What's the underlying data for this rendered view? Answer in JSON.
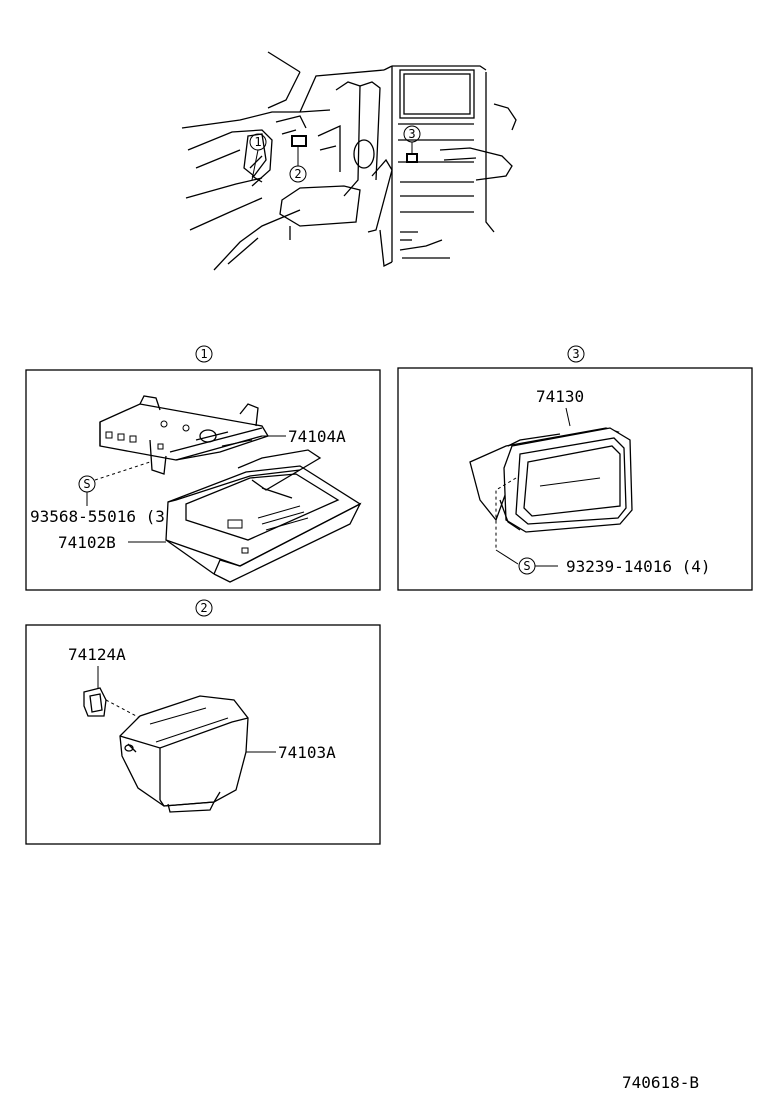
{
  "overview": {
    "callout_1": "1",
    "callout_2": "2",
    "callout_3": "3"
  },
  "panel_1": {
    "header": "1",
    "parts": {
      "p74104A": "74104A",
      "p93568": "93568-55016 (3)",
      "p74102B": "74102B"
    },
    "screw_symbol": "S"
  },
  "panel_2": {
    "header": "2",
    "parts": {
      "p74124A": "74124A",
      "p74103A": "74103A"
    }
  },
  "panel_3": {
    "header": "3",
    "parts": {
      "p74130": "74130",
      "p93239": "93239-14016 (4)"
    },
    "screw_symbol": "S"
  },
  "footer": {
    "diagram_code": "740618-B"
  }
}
